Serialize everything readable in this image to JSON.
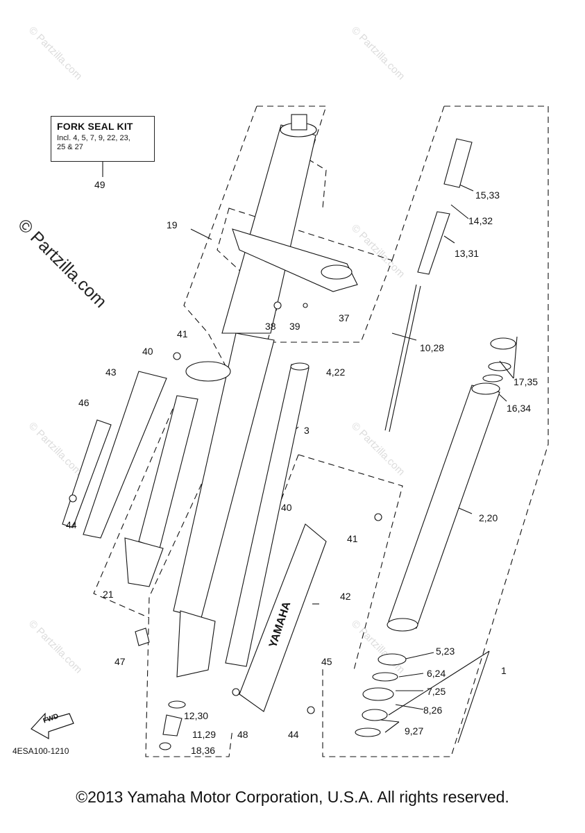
{
  "kit_box": {
    "title": "FORK SEAL KIT",
    "lines": [
      "Incl. 4, 5, 7, 9, 22, 23,",
      "25 & 27"
    ]
  },
  "callouts": {
    "c49": "49",
    "c19": "19",
    "c41a": "41",
    "c40a": "40",
    "c43": "43",
    "c46": "46",
    "c44a": "44",
    "c21": "21",
    "c38": "38",
    "c39": "39",
    "c37": "37",
    "c4_22": "4,22",
    "c3": "3",
    "c40b": "40",
    "c41b": "41",
    "c42": "42",
    "c45": "45",
    "c47": "47",
    "c12_30": "12,30",
    "c11_29": "11,29",
    "c18_36": "18,36",
    "c48": "48",
    "c44b": "44",
    "c15_33": "15,33",
    "c14_32": "14,32",
    "c13_31": "13,31",
    "c10_28": "10,28",
    "c17_35": "17,35",
    "c16_34": "16,34",
    "c2_20": "2,20",
    "c5_23": "5,23",
    "c6_24": "6,24",
    "c7_25": "7,25",
    "c8_26": "8,26",
    "c9_27": "9,27",
    "c1": "1"
  },
  "watermark": "© Partzilla.com",
  "watermark_small": "© Partzilla.com",
  "fwd_label": "FWD",
  "brand_text": "YAMAHA",
  "diagram_code": "4ESA100-1210",
  "copyright": "©2013 Yamaha Motor Corporation, U.S.A. All rights reserved."
}
